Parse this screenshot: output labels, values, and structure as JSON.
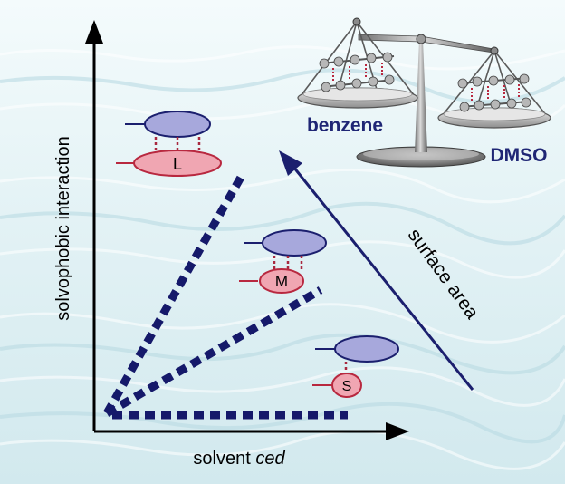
{
  "axes": {
    "y_label": "solvophobic interaction",
    "x_label_main": "solvent ",
    "x_label_italic": "ced"
  },
  "arrow_label": "surface area",
  "balance": {
    "left_label": "benzene",
    "right_label": "DMSO"
  },
  "complexes": [
    {
      "label": "L"
    },
    {
      "label": "M"
    },
    {
      "label": "S"
    }
  ],
  "colors": {
    "navy": "#1b1f6e",
    "dash": "#15196a",
    "host_fill": "#a7a8dc",
    "guest_fill": "#f0a6b2",
    "guest_stroke": "#b8283f",
    "contact": "#a8283f",
    "balance_text": "#1f2675"
  }
}
